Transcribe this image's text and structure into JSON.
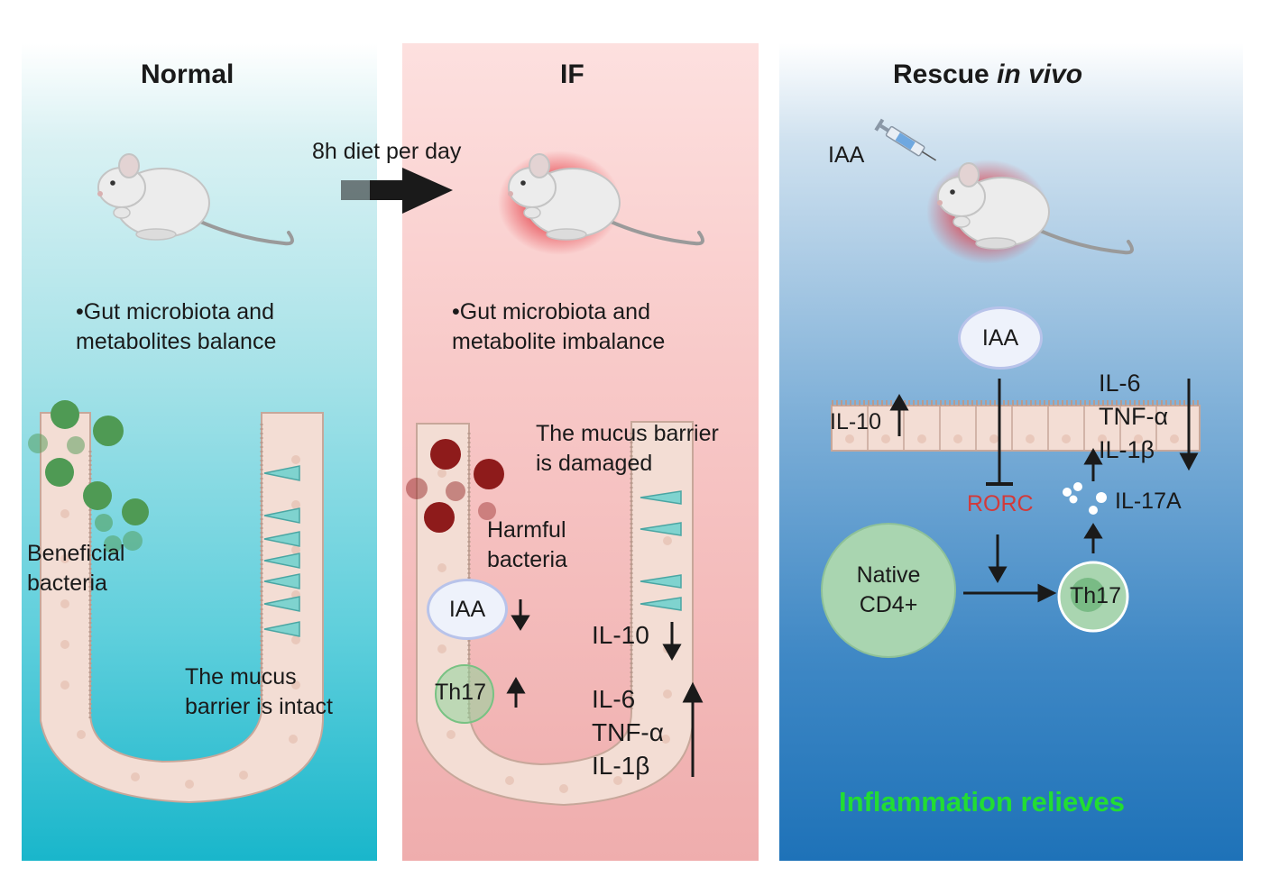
{
  "panels": {
    "normal": {
      "title": "Normal",
      "bullet_line1": "•Gut microbiota and",
      "bullet_line2": "metabolites balance",
      "bacteria_line1": "Beneficial",
      "bacteria_line2": "bacteria",
      "mucus_line1": "The mucus",
      "mucus_line2": "barrier is intact"
    },
    "if": {
      "title": "IF",
      "bullet_line1": "•Gut microbiota and",
      "bullet_line2": "metabolite imbalance",
      "mucus_line1": "The mucus barrier",
      "mucus_line2": "is damaged",
      "bacteria_line1": "Harmful",
      "bacteria_line2": "bacteria",
      "iaa": "IAA",
      "th17": "Th17",
      "il10": "IL-10",
      "il6": "IL-6",
      "tnf": "TNF-α",
      "il1b": "IL-1β"
    },
    "rescue": {
      "title_main": "Rescue ",
      "title_italic": "in vivo",
      "injection_label": "IAA",
      "iaa_bubble": "IAA",
      "il10": "IL-10",
      "il6": "IL-6",
      "tnf": "TNF-α",
      "il1b": "IL-1β",
      "rorc": "RORC",
      "il17a": "IL-17A",
      "native_line1": "Native",
      "native_line2": "CD4+",
      "th17": "Th17",
      "conclusion": "Inflammation relieves"
    }
  },
  "transition": {
    "label": "8h diet per day"
  },
  "colors": {
    "beneficial_bacteria": "#4f9a54",
    "harmful_bacteria": "#8e1b1b",
    "rorc_text": "#d23a3a",
    "conclusion_text": "#22dd33",
    "epithelium_fill": "#f3ddd4",
    "goblet_cell": "#7fd3cf",
    "inflammation_glow": "#e0202a"
  }
}
